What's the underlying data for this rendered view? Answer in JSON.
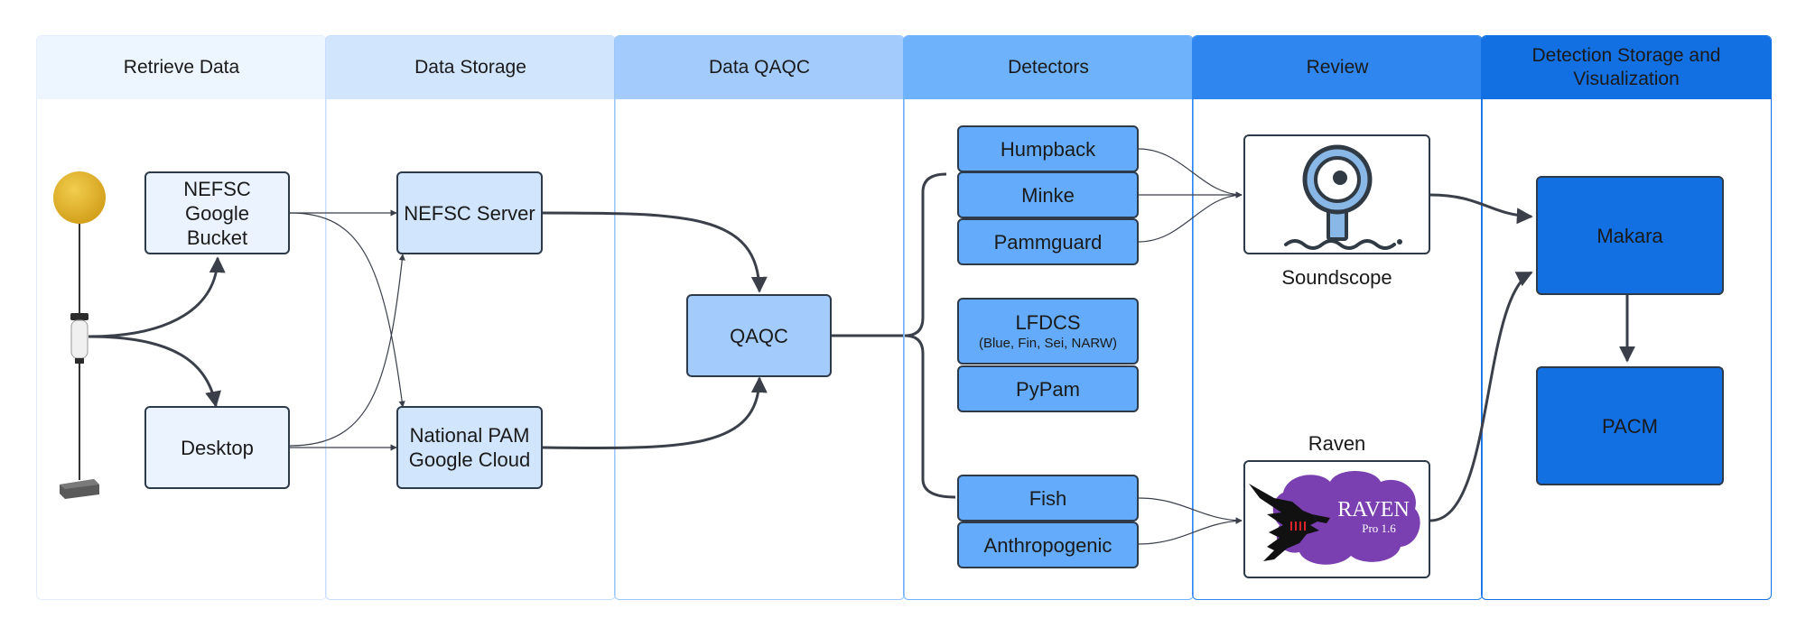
{
  "lanes": {
    "retrieve": "Retrieve Data",
    "storage": "Data Storage",
    "qaqc": "Data QAQC",
    "detectors": "Detectors",
    "review": "Review",
    "visualization": "Detection Storage and Visualization"
  },
  "nodes": {
    "nefsc_bucket": "NEFSC Google Bucket",
    "desktop": "Desktop",
    "nefsc_server": "NEFSC Server",
    "national_pam": "National PAM Google Cloud",
    "qaqc": "QAQC",
    "humpback": "Humpback",
    "minke": "Minke",
    "pammguard": "Pammguard",
    "lfdcs": "LFDCS",
    "lfdcs_species": "(Blue, Fin, Sei, NARW)",
    "pypam": "PyPam",
    "fish": "Fish",
    "anthropogenic": "Anthropogenic",
    "makara": "Makara",
    "pacm": "PACM"
  },
  "review_tools": {
    "soundscope": "Soundscope",
    "raven": "Raven",
    "raven_logo_title": "RAVEN",
    "raven_logo_version": "Pro 1.6"
  },
  "colors": {
    "lane1": "#edf5ff",
    "lane2": "#d1e5fd",
    "lane3": "#a3cbfc",
    "lane4": "#6eb2fc",
    "lane5": "#2f86ef",
    "lane6": "#1270e3",
    "raven_purple": "#6c3ba0"
  }
}
